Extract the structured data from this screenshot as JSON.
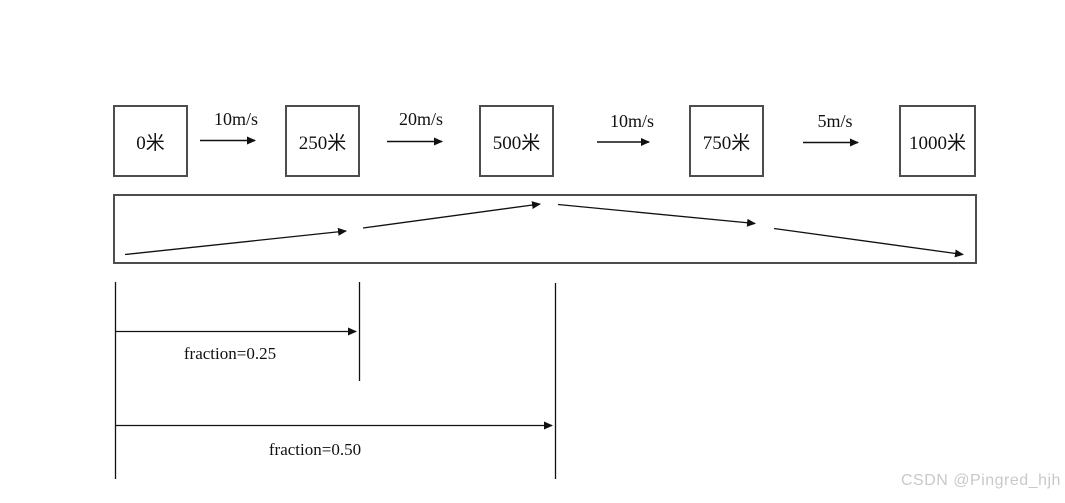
{
  "position_boxes": [
    {
      "label": "0米"
    },
    {
      "label": "250米"
    },
    {
      "label": "500米"
    },
    {
      "label": "750米"
    },
    {
      "label": "1000米"
    }
  ],
  "speed_arrows": [
    {
      "label": "10m/s"
    },
    {
      "label": "20m/s"
    },
    {
      "label": "10m/s"
    },
    {
      "label": "5m/s"
    }
  ],
  "fraction_markers": [
    {
      "label": "fraction=0.25"
    },
    {
      "label": "fraction=0.50"
    }
  ],
  "watermark": {
    "text": "CSDN @Pingred_hjh"
  },
  "colors": {
    "line": "#000000",
    "box_border": "#4d4d4d",
    "watermark": "#c9c9c9",
    "background": "#ffffff"
  }
}
